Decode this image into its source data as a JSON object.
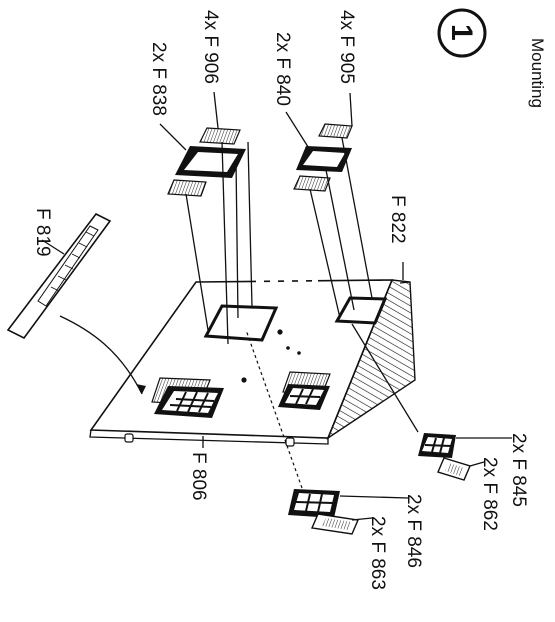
{
  "title": "Mounting",
  "step_number": "1",
  "labels": {
    "f906": "4x F 906",
    "f838": "2x F 838",
    "f905": "4x F 905",
    "f840": "2x F 840",
    "f822": "F 822",
    "f819": "F 819",
    "f806": "F 806",
    "f845": "2x F 845",
    "f862": "2x F 862",
    "f846": "2x F 846",
    "f863": "2x F 863"
  }
}
